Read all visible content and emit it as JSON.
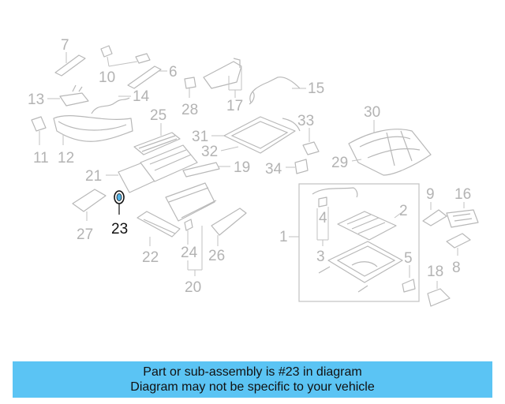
{
  "diagram": {
    "highlight_part": "23",
    "labels": {
      "p1": "1",
      "p2": "2",
      "p3": "3",
      "p4": "4",
      "p5": "5",
      "p6": "6",
      "p7": "7",
      "p8": "8",
      "p9": "9",
      "p10": "10",
      "p11": "11",
      "p12": "12",
      "p13": "13",
      "p14": "14",
      "p15": "15",
      "p16": "16",
      "p17": "17",
      "p18": "18",
      "p19": "19",
      "p20": "20",
      "p21": "21",
      "p22": "22",
      "p23": "23",
      "p24": "24",
      "p25": "25",
      "p26": "26",
      "p27": "27",
      "p28": "28",
      "p29": "29",
      "p30": "30",
      "p31": "31",
      "p32": "32",
      "p33": "33",
      "p34": "34"
    }
  },
  "banner": {
    "line1": "Part or sub-assembly is #23 in diagram",
    "line2": "Diagram may not be specific to your vehicle",
    "color": "#5bc4f4"
  }
}
